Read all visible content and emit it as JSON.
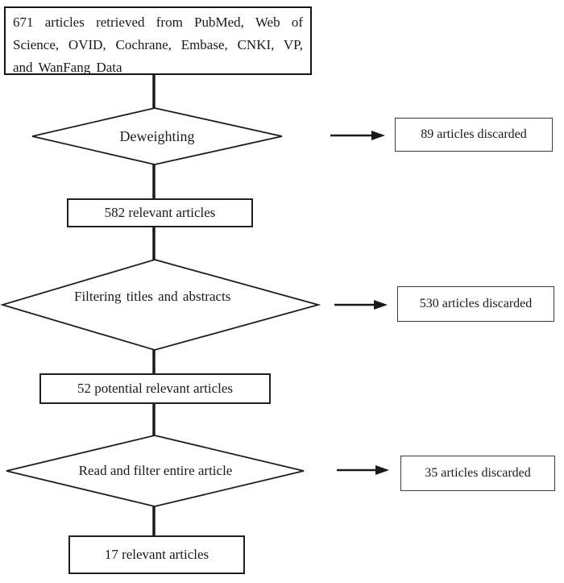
{
  "colors": {
    "line": "#1a1a1a",
    "background": "#ffffff"
  },
  "flowchart": {
    "source_box": {
      "text": "671 articles retrieved from PubMed, Web of Science, OVID, Cochrane, Embase, CNKI, VP, and WanFang Data"
    },
    "steps": [
      {
        "decision": "Deweighting",
        "discarded": "89 articles discarded",
        "result": "582 relevant articles"
      },
      {
        "decision": "Filtering titles and abstracts",
        "discarded": "530 articles discarded",
        "result": "52 potential relevant articles"
      },
      {
        "decision": "Read and filter entire article",
        "discarded": "35 articles discarded",
        "result": "17 relevant articles"
      }
    ]
  }
}
